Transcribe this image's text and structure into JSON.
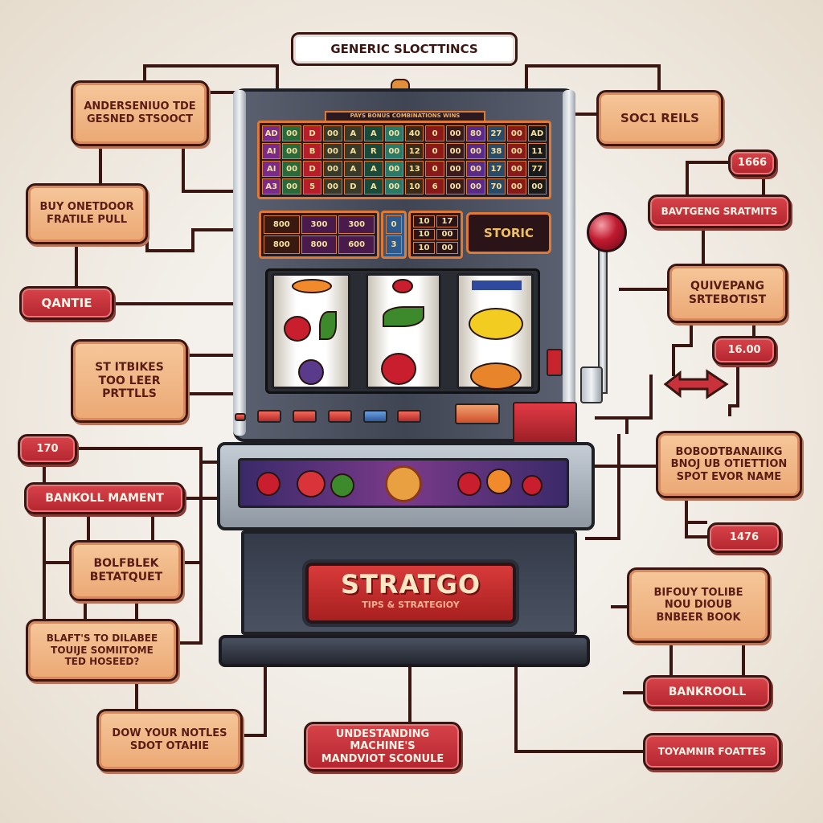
{
  "title": "GENERIC SLOCTTINCS",
  "left_boxes": [
    {
      "text": "ANDERSENIUO TDE\nGESNED STSOOCT",
      "style": "tan"
    },
    {
      "text": "BUY ONETDOOR\nFRATILE PULL",
      "style": "tan"
    },
    {
      "text": "QANTIE",
      "style": "red"
    },
    {
      "text": "ST ITBIKES\nTOO LEER\nPRTTLLS",
      "style": "tan"
    },
    {
      "text": "170",
      "style": "red"
    },
    {
      "text": "BANKOLL MAMENT",
      "style": "red"
    },
    {
      "text": "BOLFBLEK\nBETATQUET",
      "style": "tan"
    },
    {
      "text": "BLAFT'S TO DILABEE\nTOUIJE SOMIITOME\nTED HOSEED?",
      "style": "tan"
    },
    {
      "text": "DOW YOUR NOTLES\nSDOT OTAHIE",
      "style": "tan"
    }
  ],
  "right_boxes": [
    {
      "text": "SOC1 REILS",
      "style": "tan"
    },
    {
      "text": "1666",
      "style": "red"
    },
    {
      "text": "BAVTGENG SRATMITS",
      "style": "red"
    },
    {
      "text": "QUIVEPANG\nSRTEBOTIST",
      "style": "tan"
    },
    {
      "text": "16.00",
      "style": "red"
    },
    {
      "text": "BOBODTBANAIIKG\nBNOJ UB OTIETTION\nSPOT EVOR NAME",
      "style": "tan"
    },
    {
      "text": "1476",
      "style": "red"
    },
    {
      "text": "BIFOUY TOLIBE\nNOU DIOUB\nBNBEER BOOK",
      "style": "tan"
    },
    {
      "text": "BANKROOLL",
      "style": "red"
    },
    {
      "text": "TOYAMNIR FOATTES",
      "style": "red"
    }
  ],
  "bottom_box": {
    "text": "UNDESTANDING MACHINE'S\nMANDVIOT SCONULE",
    "style": "red"
  },
  "machine": {
    "display_header": "PAYS  BONUS COMBINATIONS  WINS",
    "display_cells": [
      "AD",
      "00",
      "D",
      "00",
      "A",
      "A",
      "00",
      "40",
      "0",
      "00",
      "80",
      "27",
      "00",
      "AD",
      "AI",
      "00",
      "B",
      "00",
      "A",
      "R",
      "00",
      "12",
      "0",
      "00",
      "00",
      "38",
      "00",
      "11",
      "AI",
      "00",
      "D",
      "00",
      "A",
      "A",
      "00",
      "13",
      "0",
      "00",
      "00",
      "17",
      "00",
      "77",
      "A3",
      "00",
      "5",
      "00",
      "D",
      "A",
      "00",
      "10",
      "6",
      "00",
      "00",
      "70",
      "00",
      "00"
    ],
    "credit_cells": [
      "800",
      "300",
      "300",
      "800",
      "800",
      "600"
    ],
    "digit_cells": [
      "0",
      "3"
    ],
    "small_cells": [
      "10",
      "17",
      "10",
      "00",
      "10",
      "00"
    ],
    "feature_panel": "STORIC",
    "plate_title": "STRATGO",
    "plate_subtitle": "TIPS & STRATEGIOY"
  },
  "colors": {
    "accent_red": "#c0303a",
    "tan": "#eba874",
    "outline": "#3a1612",
    "cabinet": "#4a505e"
  }
}
